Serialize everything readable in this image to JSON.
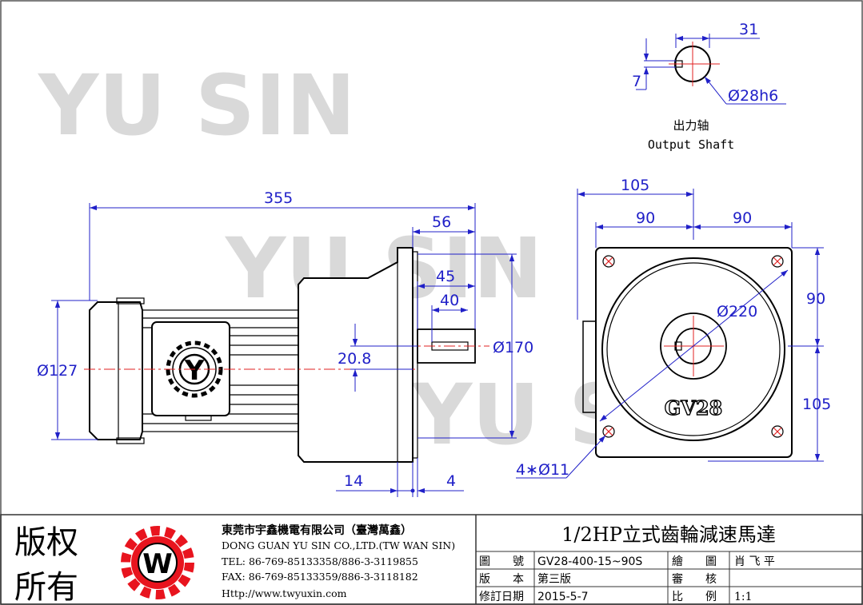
{
  "watermark": {
    "text": "YU SIN"
  },
  "output_shaft": {
    "title_cn": "出力轴",
    "title_en": "Output Shaft",
    "dim_width": "31",
    "dim_key": "7",
    "dim_diameter": "Ø28h6"
  },
  "side_view": {
    "dim_length": "355",
    "dim_flange": "56",
    "dim_45": "45",
    "dim_40": "40",
    "dim_shaft_offset": "20.8",
    "dim_body_dia": "Ø127",
    "dim_flange_dia": "Ø170",
    "dim_14": "14",
    "dim_4": "4",
    "logo_letter": "Y"
  },
  "front_view": {
    "dim_105_top": "105",
    "dim_90_left": "90",
    "dim_90_right": "90",
    "dim_90_side": "90",
    "dim_105_side": "105",
    "dim_pcd": "Ø220",
    "dim_holes": "4∗Ø11",
    "model_badge": "GV28"
  },
  "title_block": {
    "copyright_1": "版权",
    "copyright_2": "所有",
    "logo_letter": "W",
    "company_cn": "東莞市宇鑫機電有限公司（臺灣萬鑫）",
    "company_en": "DONG GUAN YU SIN CO.,LTD.(TW WAN SIN)",
    "tel": "TEL: 86-769-85133358/886-3-3119855",
    "fax": "FAX: 86-769-85133359/886-3-3118182",
    "web": "Http://www.twyuxin.com",
    "product_title": "1/2HP立式齒輪減速馬達",
    "drawing_no_label": "圖　　號",
    "drawing_no": "GV28-400-15~90S",
    "drawn_label": "繪　　圖",
    "drawn_by": "肖 飞 平",
    "version_label": "版　　本",
    "version": "第三版",
    "review_label": "審　　核",
    "review": "",
    "revision_label": "修訂日期",
    "revision_date": "2015-5-7",
    "scale_label": "比　　例",
    "scale": "1:1"
  },
  "colors": {
    "dimension": "#2020c8",
    "centerline": "#e02020",
    "logo_red": "#e8141e",
    "watermark": "#d9d9d9"
  }
}
